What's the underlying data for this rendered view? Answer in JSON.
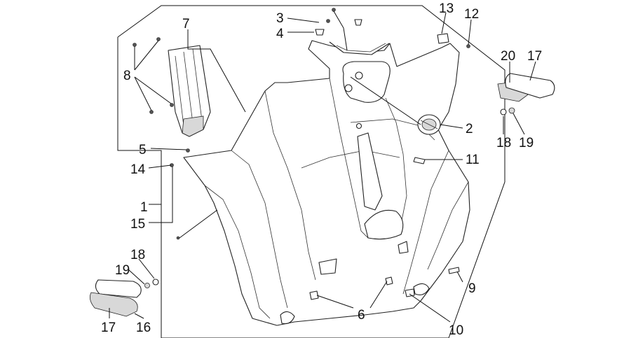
{
  "diagram": {
    "callouts": [
      {
        "id": "c1",
        "text": "1"
      },
      {
        "id": "c2",
        "text": "2"
      },
      {
        "id": "c3",
        "text": "3"
      },
      {
        "id": "c4",
        "text": "4"
      },
      {
        "id": "c5",
        "text": "5"
      },
      {
        "id": "c6",
        "text": "6"
      },
      {
        "id": "c7",
        "text": "7"
      },
      {
        "id": "c8",
        "text": "8"
      },
      {
        "id": "c9",
        "text": "9"
      },
      {
        "id": "c10",
        "text": "10"
      },
      {
        "id": "c11",
        "text": "11"
      },
      {
        "id": "c12",
        "text": "12"
      },
      {
        "id": "c13",
        "text": "13"
      },
      {
        "id": "c14",
        "text": "14"
      },
      {
        "id": "c15",
        "text": "15"
      },
      {
        "id": "c16",
        "text": "16"
      },
      {
        "id": "c17a",
        "text": "17"
      },
      {
        "id": "c17b",
        "text": "17"
      },
      {
        "id": "c18a",
        "text": "18"
      },
      {
        "id": "c18b",
        "text": "18"
      },
      {
        "id": "c19a",
        "text": "19"
      },
      {
        "id": "c19b",
        "text": "19"
      },
      {
        "id": "c20",
        "text": "20"
      }
    ]
  }
}
